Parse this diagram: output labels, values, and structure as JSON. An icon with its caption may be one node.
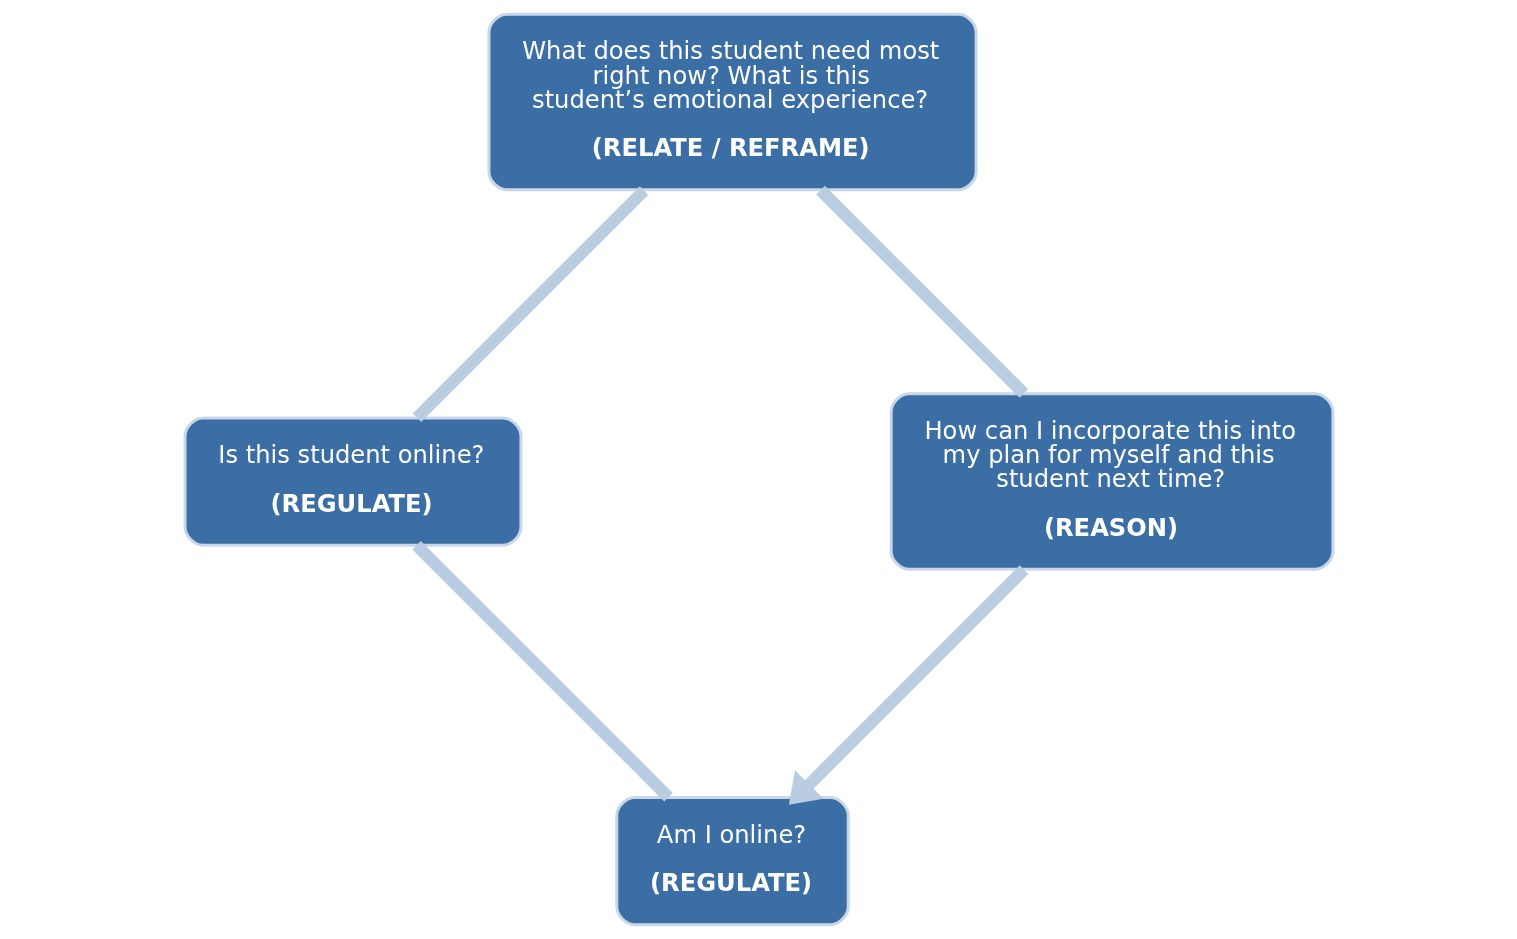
{
  "diagram": {
    "nodes": [
      {
        "text": [
          "Am I online?",
          "(REGULATE)"
        ]
      },
      {
        "text": [
          "How can I incorporate this into my plan for myself and this student next time?",
          "(REASON)"
        ]
      },
      {
        "text": [
          "Is this student online?",
          "(REGULATE)"
        ]
      },
      {
        "text": [
          "What does this student need most right now? What is this student’s emotional experience?",
          "(RELATE / REFRAME)"
        ]
      }
    ],
    "edges": [
      {
        "from": 0,
        "to": 2,
        "arrow": "none"
      },
      {
        "from": 2,
        "to": 3,
        "arrow": "none"
      },
      {
        "from": 3,
        "to": 1,
        "arrow": "none"
      },
      {
        "from": 1,
        "to": 0,
        "arrow": "to"
      }
    ]
  }
}
